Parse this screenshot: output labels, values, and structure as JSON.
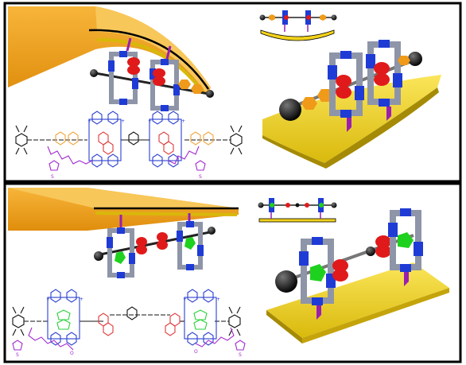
{
  "figure": {
    "panels": [
      {
        "id": "top",
        "state": "bent"
      },
      {
        "id": "bottom",
        "state": "flat"
      }
    ],
    "structure_text": {
      "charge_plus": "+",
      "sulfur": "S",
      "oxygen": "O"
    },
    "colors": {
      "frame": "#000000",
      "cantilever": "#f4a41a",
      "cantilever_top": "#f7c24a",
      "gold_surface": "#f2d21a",
      "ring_blue": "#1f3bd6",
      "ring_grey": "#8e95a8",
      "station_red": "#e01a1a",
      "station_green": "#1fd11f",
      "stopper_orange": "#f09a1a",
      "stopper_black": "#111111",
      "anchor_purple": "#9a1fb0",
      "chem_blue": "#2a3fd0",
      "chem_red": "#e03a3a",
      "chem_orange": "#f0a43a",
      "chem_green": "#2ad13a",
      "chem_purple": "#a22ad0"
    }
  }
}
